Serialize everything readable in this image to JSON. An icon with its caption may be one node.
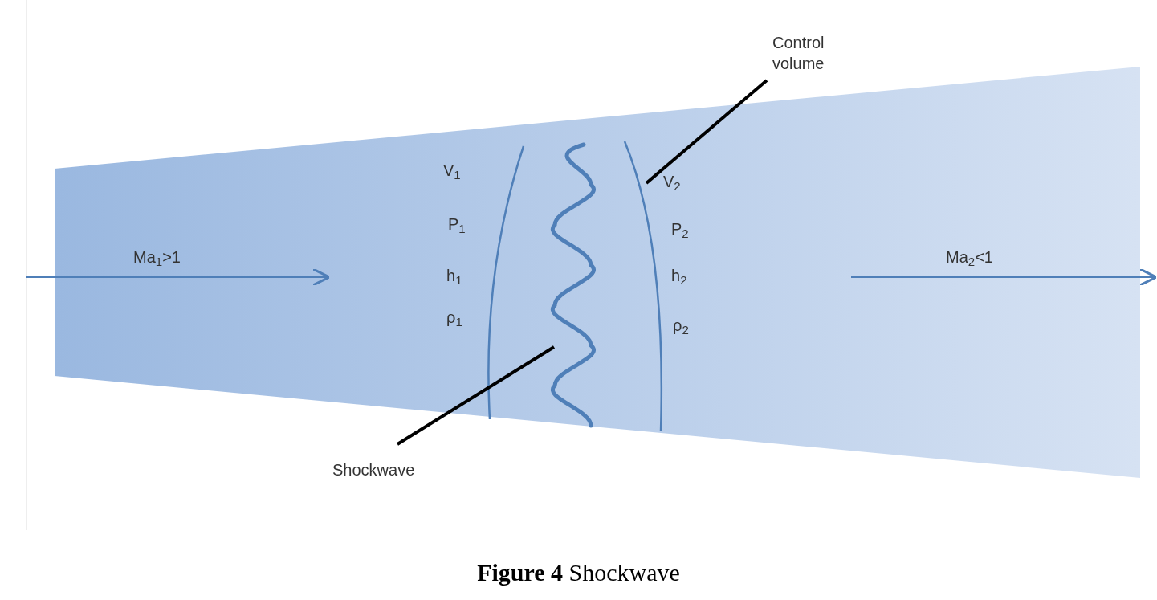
{
  "diagram": {
    "caption": "**Figure 4** Shockwave",
    "nodes": [
      {
        "text": [
          "Control volume"
        ]
      },
      {
        "text": [],
        "shape": "arc"
      },
      {
        "text": [
          "Shockwave"
        ]
      },
      {
        "text": [],
        "shape": "wave"
      }
    ],
    "edges": [
      {
        "from": 0,
        "to": 1,
        "arrow": "none"
      },
      {
        "from": 2,
        "to": 3,
        "arrow": "none"
      }
    ],
    "labels": [
      "V$_{1}$",
      "P$_{1}$",
      "Ma$_{1}$>1",
      "h$_{1}$",
      "ρ$_{1}$",
      "V$_{2}$",
      "P$_{2}$",
      "h$_{2}$",
      "Ma$_{2}$<1",
      "ρ$_{2}$"
    ]
  }
}
